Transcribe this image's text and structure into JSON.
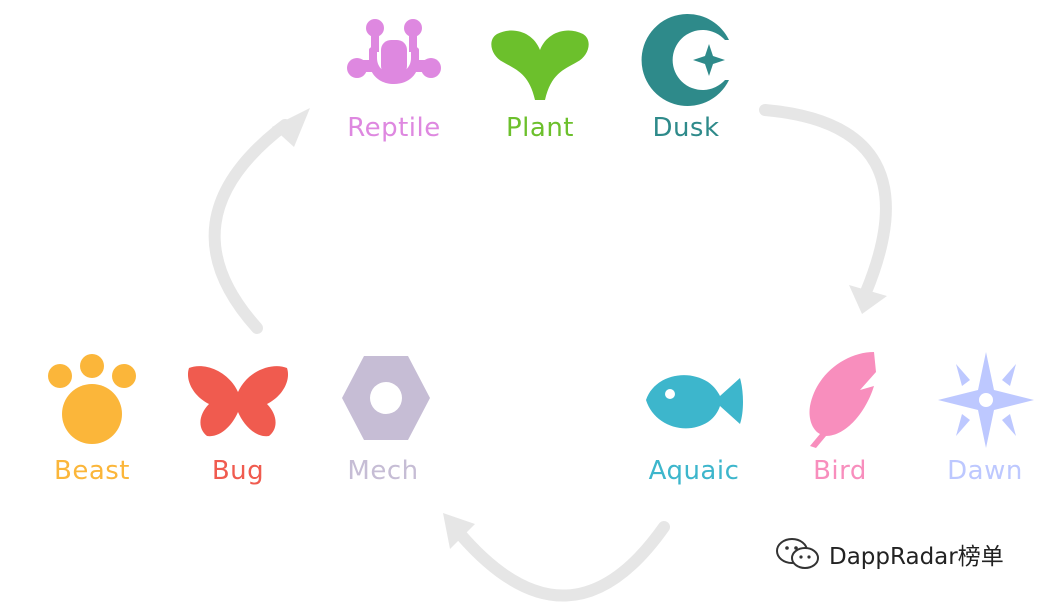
{
  "classes": [
    {
      "id": "reptile",
      "label": "Reptile",
      "color": "#DE88E0",
      "icon": "reptile-icon"
    },
    {
      "id": "plant",
      "label": "Plant",
      "color": "#6CC02C",
      "icon": "leaf-icon"
    },
    {
      "id": "dusk",
      "label": "Dusk",
      "color": "#2E8A8A",
      "icon": "crescent-moon-star-icon"
    },
    {
      "id": "beast",
      "label": "Beast",
      "color": "#FBB63A",
      "icon": "paw-icon"
    },
    {
      "id": "bug",
      "label": "Bug",
      "color": "#F05B4F",
      "icon": "butterfly-icon"
    },
    {
      "id": "mech",
      "label": "Mech",
      "color": "#C6BDD5",
      "icon": "hex-nut-icon"
    },
    {
      "id": "aquatic",
      "label": "Aquaic",
      "color": "#3DB6CC",
      "icon": "fish-icon"
    },
    {
      "id": "bird",
      "label": "Bird",
      "color": "#F88EBD",
      "icon": "feather-icon"
    },
    {
      "id": "dawn",
      "label": "Dawn",
      "color": "#BDC8FF",
      "icon": "star-icon"
    }
  ],
  "cycle_arrow_color": "#E6E6E6",
  "watermark": {
    "text": "DappRadar榜单",
    "icon": "wechat-icon"
  }
}
